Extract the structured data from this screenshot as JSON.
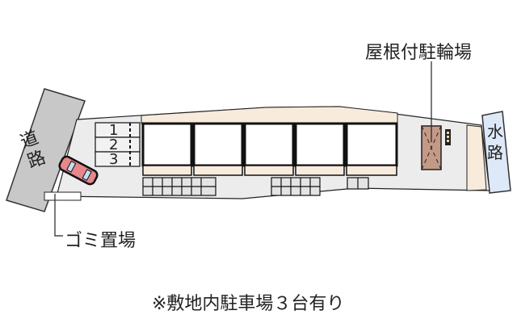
{
  "labels": {
    "bicycle_parking": "屋根付駐輪場",
    "road": "道路",
    "waterway": "水路",
    "garbage": "ゴミ置場",
    "footnote": "※敷地内駐車場３台有り"
  },
  "parking_spaces": [
    "1",
    "2",
    "3"
  ],
  "colors": {
    "road": "#c8c8c8",
    "waterway": "#dde9f8",
    "site": "#ececec",
    "building_trim": "#f9ebdc",
    "bike_shelter": "#c49a86",
    "car": "#e8878b",
    "outline": "#111111"
  }
}
